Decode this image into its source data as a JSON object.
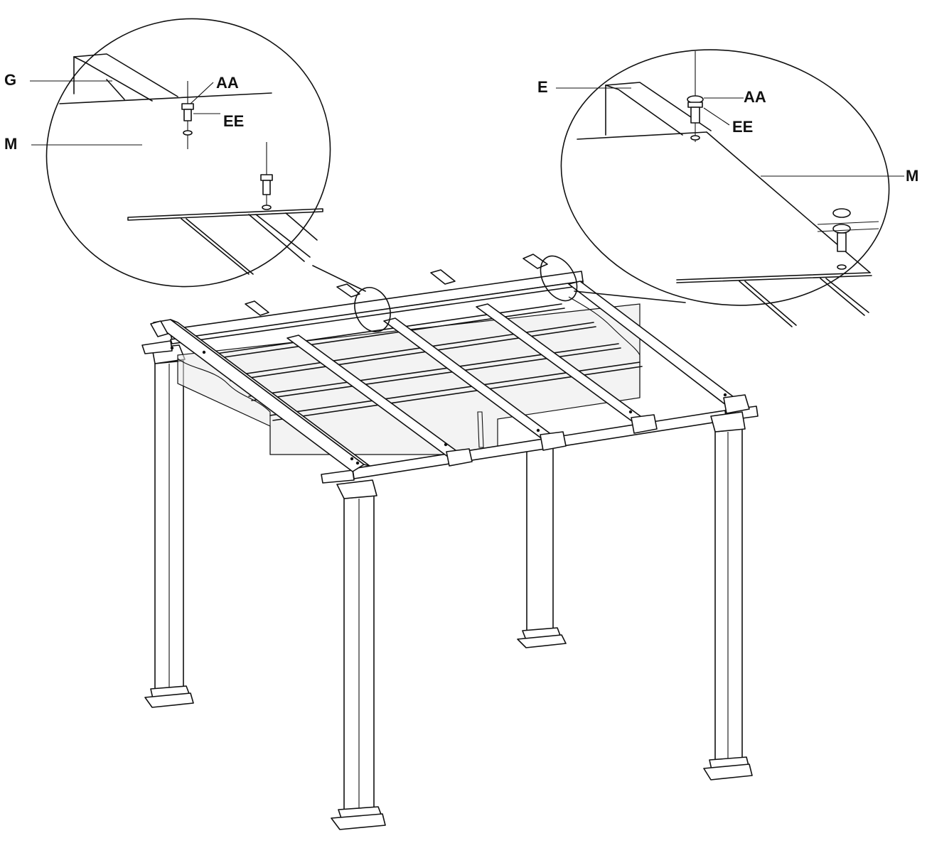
{
  "labels": {
    "left_g": "G",
    "left_m": "M",
    "left_aa": "AA",
    "left_ee": "EE",
    "right_e": "E",
    "right_aa": "AA",
    "right_ee": "EE",
    "right_m": "M"
  },
  "colors": {
    "line": "#111111",
    "background": "#ffffff",
    "canopy_shade": "#e9e9e9"
  }
}
